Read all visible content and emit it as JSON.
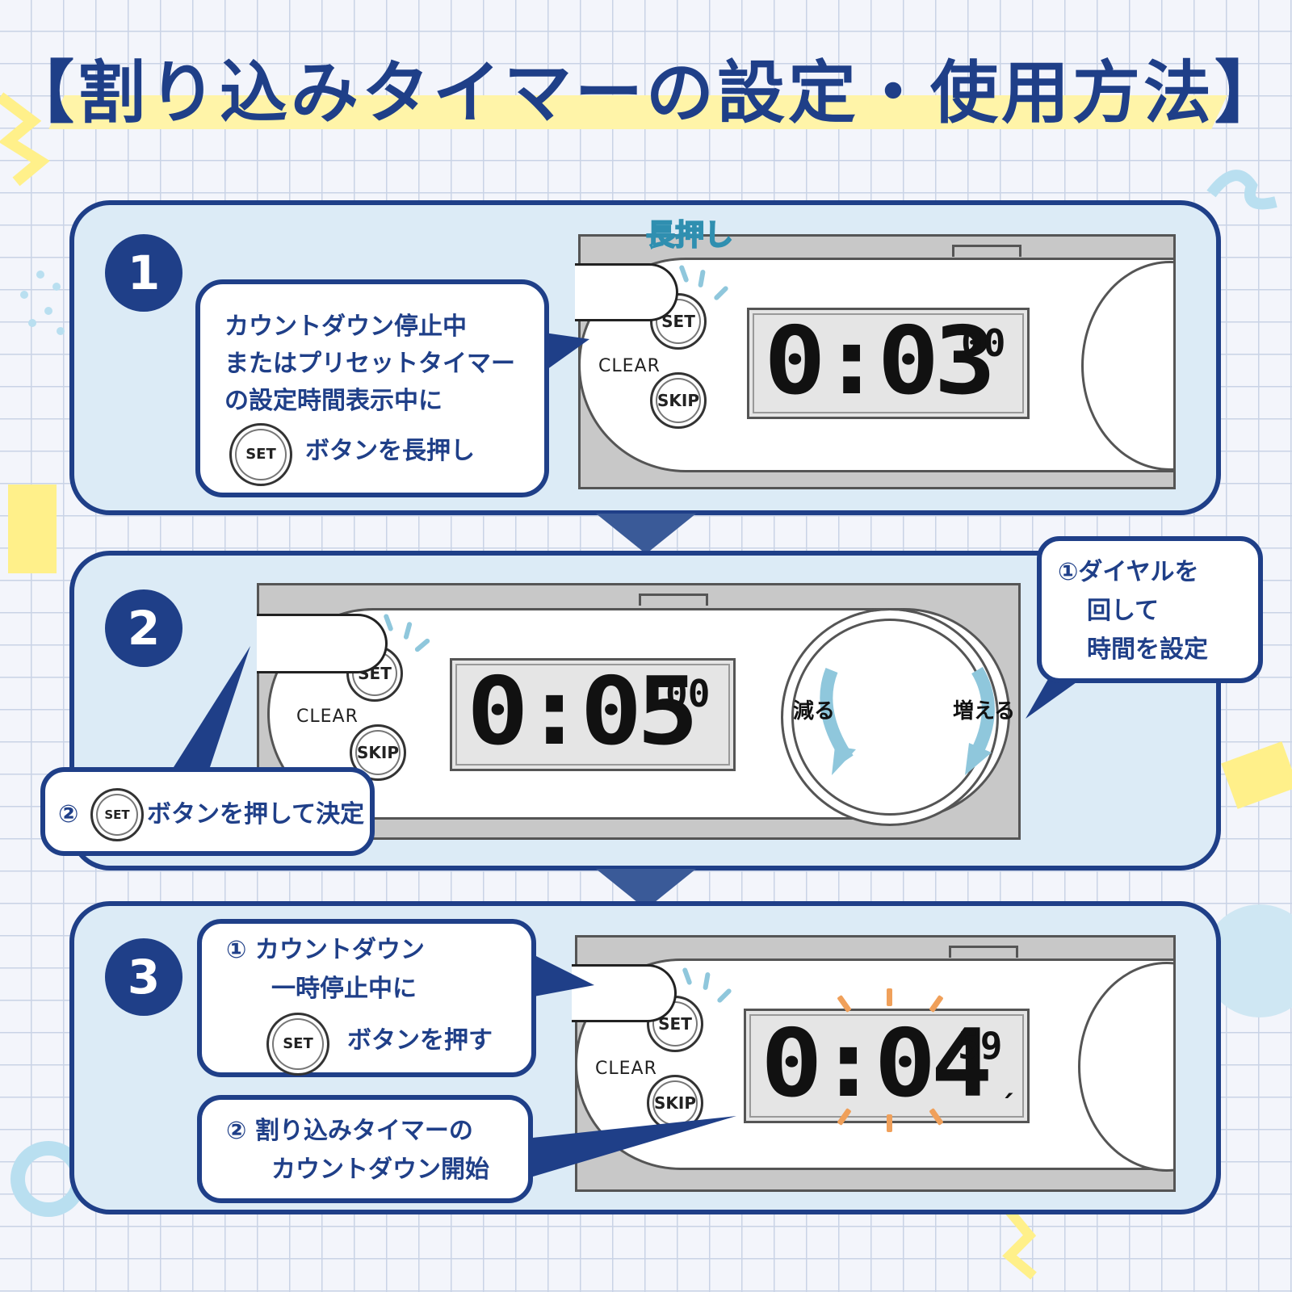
{
  "title": "【割り込みタイマーの設定・使用方法】",
  "step1": {
    "number": "1",
    "label_long_press": "長押し",
    "line1": "カウントダウン停止中",
    "line2": "またはプリセットタイマー",
    "line3": "の設定時間表示中に",
    "set_icon": "SET",
    "line4": "ボタンを長押し",
    "display_main": "0:03",
    "display_sec": "00",
    "btn_set": "SET",
    "btn_clear": "CLEAR",
    "btn_skip": "SKIP"
  },
  "step2": {
    "number": "2",
    "dial_line1": "①ダイヤルを",
    "dial_line2": "回して",
    "dial_line3": "時間を設定",
    "decrease": "減る",
    "increase": "増える",
    "confirm_prefix": "②",
    "set_icon": "SET",
    "confirm_text": "ボタンを押して決定",
    "display_main": "0:05",
    "display_sec": "00",
    "btn_set": "SET",
    "btn_clear": "CLEAR",
    "btn_skip": "SKIP"
  },
  "step3": {
    "number": "3",
    "b1_line1": "① カウントダウン",
    "b1_line2": "一時停止中に",
    "set_icon": "SET",
    "b1_line3": "ボタンを押す",
    "b2_line1": "② 割り込みタイマーの",
    "b2_line2": "カウントダウン開始",
    "display_main": "0:04",
    "display_sec": "59",
    "display_mark": "ˏ",
    "btn_set": "SET",
    "btn_clear": "CLEAR",
    "btn_skip": "SKIP"
  },
  "colors": {
    "navy": "#1f3f88",
    "panel_bg": "#dcebf6",
    "accent_yellow": "#fff4a8",
    "accent_blue": "#8fc7dc",
    "accent_orange": "#f0a05a"
  }
}
